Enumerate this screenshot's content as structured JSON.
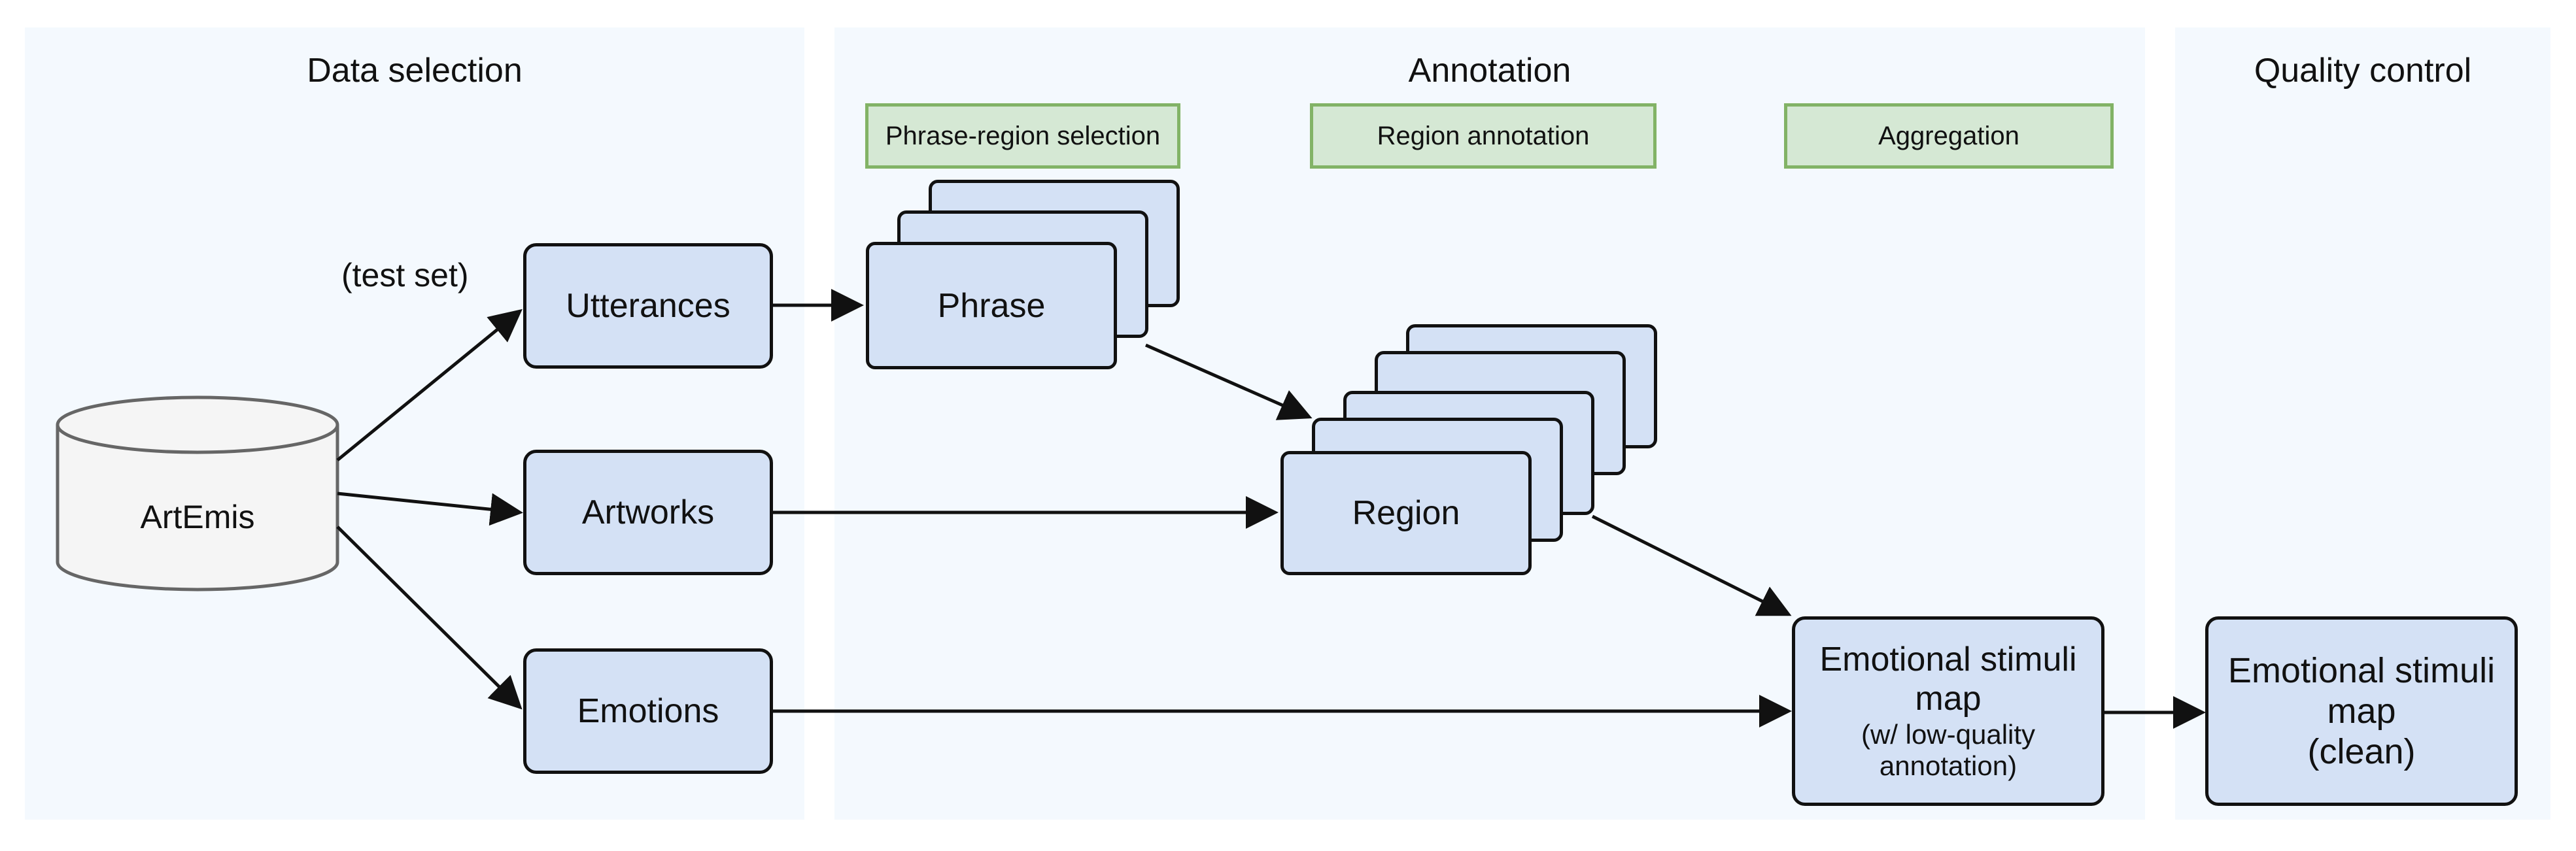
{
  "sections": {
    "data_selection": "Data selection",
    "annotation": "Annotation",
    "quality_control": "Quality control"
  },
  "stages": {
    "phrase_region_selection": "Phrase-region selection",
    "region_annotation": "Region annotation",
    "aggregation": "Aggregation"
  },
  "nodes": {
    "artemis": "ArtEmis",
    "test_set": "(test set)",
    "utterances": "Utterances",
    "artworks": "Artworks",
    "emotions": "Emotions",
    "phrase": "Phrase",
    "region": "Region",
    "esm_raw": {
      "line1": "Emotional stimuli",
      "line2": "map",
      "line3": "(w/ low-quality",
      "line4": "annotation)"
    },
    "esm_clean": {
      "line1": "Emotional stimuli",
      "line2": "map",
      "line3": "(clean)"
    }
  },
  "colors": {
    "panel_bg": "#f4f9fe",
    "node_fill": "#d4e1f5",
    "stage_fill": "#d5e8d4",
    "stage_border": "#82b366",
    "cylinder_fill": "#f5f5f5",
    "cylinder_stroke": "#666666"
  }
}
